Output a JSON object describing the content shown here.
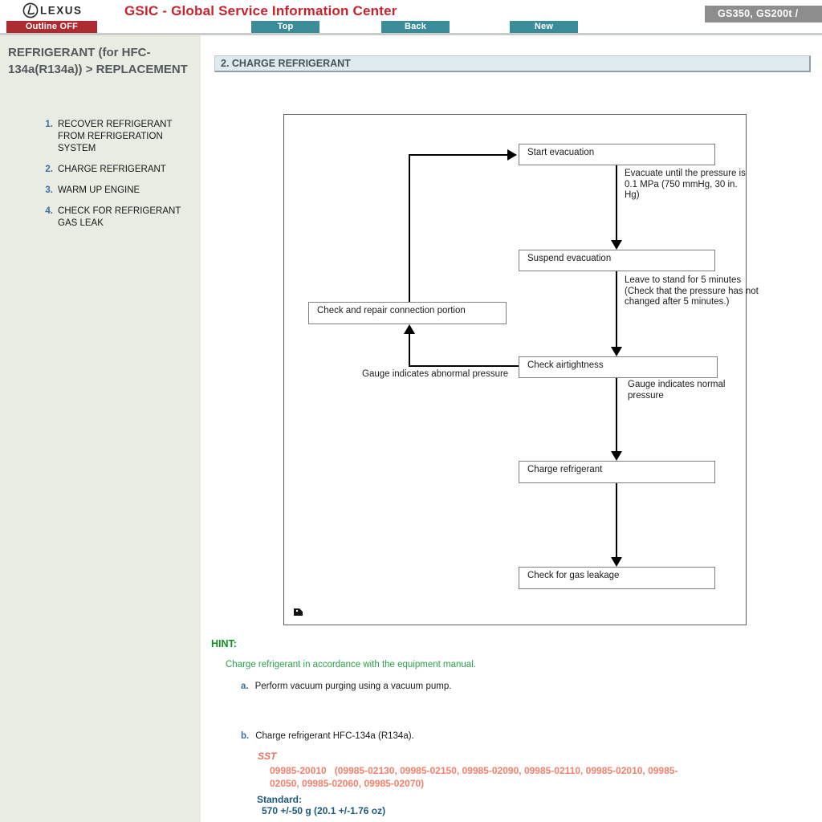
{
  "header": {
    "brand": "LEXUS",
    "title": "GSIC - Global Service Information Center",
    "model_badge": "GS350, GS200t /",
    "nav": {
      "outline": "Outline OFF",
      "top": "Top",
      "back": "Back",
      "new": "New"
    }
  },
  "sidebar": {
    "title": "REFRIGERANT (for HFC-134a(R134a)) > REPLACEMENT",
    "items": [
      {
        "num": "1.",
        "label": "RECOVER REFRIGERANT FROM REFRIGERATION SYSTEM"
      },
      {
        "num": "2.",
        "label": "CHARGE REFRIGERANT"
      },
      {
        "num": "3.",
        "label": "WARM UP ENGINE"
      },
      {
        "num": "4.",
        "label": "CHECK FOR REFRIGERANT GAS LEAK"
      }
    ]
  },
  "main": {
    "section_title": "2. CHARGE REFRIGERANT",
    "flowchart": {
      "nodes": [
        "Start evacuation",
        "Suspend evacuation",
        "Check and repair connection portion",
        "Check airtightness",
        "Charge refrigerant",
        "Check for gas leakage"
      ],
      "edge_labels": [
        "Evacuate until the pressure is 0.1 MPa (750 mmHg, 30 in. Hg)",
        "Leave to stand for 5 minutes (Check that the pressure has not changed after 5 minutes.)",
        "Gauge indicates abnormal pressure",
        "Gauge indicates normal pressure"
      ]
    },
    "hint": {
      "label": "HINT:",
      "text": "Charge refrigerant in accordance with the equipment manual."
    },
    "steps": [
      {
        "letter": "a.",
        "text": "Perform vacuum purging using a vacuum pump."
      },
      {
        "letter": "b.",
        "text": "Charge refrigerant HFC-134a (R134a)."
      }
    ],
    "sst": {
      "label": "SST",
      "line1": "09985-20010   (09985-02130, 09985-02150, 09985-02090, 09985-02110, 09985-02010, 09985-",
      "line2": "02050, 09985-02060, 09985-02070)"
    },
    "standard": {
      "label": "Standard:",
      "value": "570 +/-50 g (20.1 +/-1.76 oz)"
    }
  },
  "colors": {
    "title_red": "#c8232c",
    "button_red": "#ae2b31",
    "button_teal": "#3b8c99",
    "badge_gray": "#8d8d8d",
    "sidebar_bg": "#e9ece3",
    "section_bar_bg": "#dfeaee",
    "link_blue": "#3a6ea8",
    "hint_green": "#29a24b",
    "sst_salmon": "#f5806b",
    "standard_navy": "#1c5a7d"
  }
}
